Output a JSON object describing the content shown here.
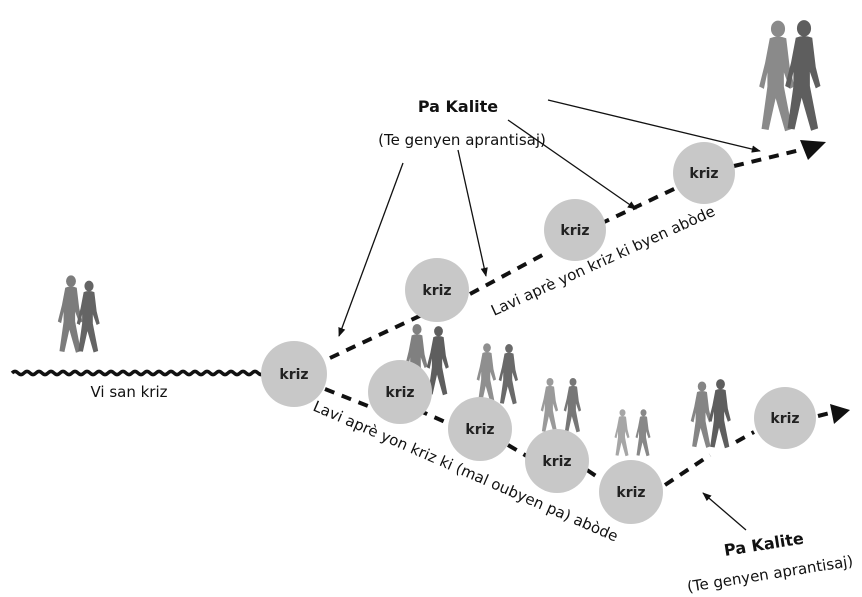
{
  "crisis_circle": {
    "label": "kriz",
    "fill": "#c8c8c8"
  },
  "no_crisis_caption": "Vi san kriz",
  "upper_path": {
    "caption": "Lavi aprè yon kriz ki byen abòde"
  },
  "lower_path": {
    "caption": "Lavi aprè yon kriz ki (mal oubyen pa) abòde"
  },
  "quality_upper": {
    "title": "Pa Kalite",
    "subtitle": "(Te genyen aprantisaj)"
  },
  "quality_lower": {
    "title": "Pa Kalite",
    "subtitle": "(Te genyen aprantisaj)"
  },
  "figure_colors": {
    "dark": "#707070",
    "light": "#a6a6a6"
  }
}
